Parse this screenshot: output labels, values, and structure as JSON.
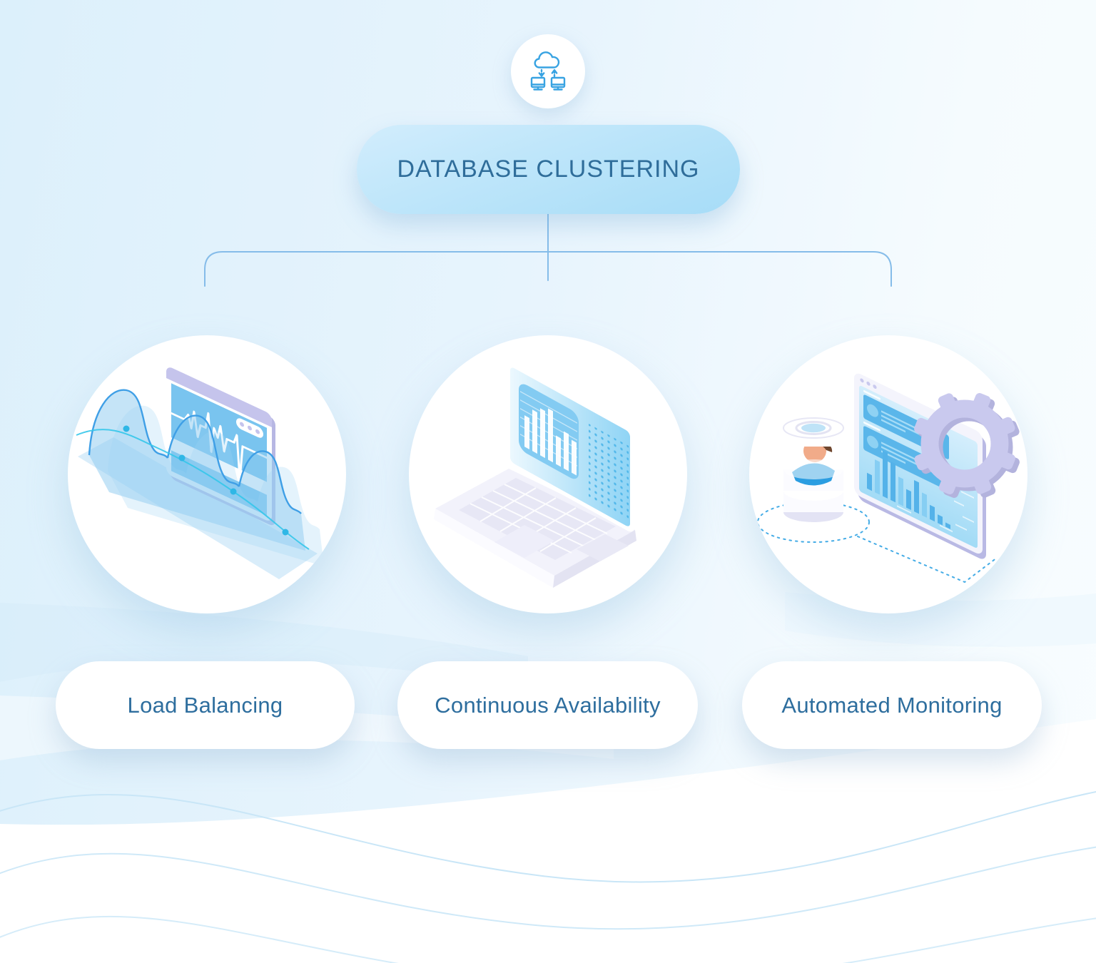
{
  "header": {
    "badge_icon": "cloud-sync-network-icon",
    "title": "DATABASE CLUSTERING"
  },
  "branches": [
    {
      "id": "load-balancing",
      "label": "Load Balancing",
      "illustration": "waveform-monitor-window"
    },
    {
      "id": "continuous-availability",
      "label": "Continuous Availability",
      "illustration": "laptop-with-bar-chart"
    },
    {
      "id": "automated-monitoring",
      "label": "Automated Monitoring",
      "illustration": "dashboard-window-gear-database-user"
    }
  ],
  "colors": {
    "background_left": "#dcf0fb",
    "background_right": "#f8fdff",
    "title_pill_top": "#d2edfd",
    "title_pill_bottom": "#a6dcf7",
    "title_text": "#2f6d9a",
    "label_text": "#2e6e9e",
    "connector_line": "#85bce9",
    "icon_stroke": "#38a3e2",
    "illustration_blue": "#79c4ef",
    "illustration_lavender": "#c5c4ec",
    "wave_line": "#c9e6f7",
    "cyan_accent": "#2fc2ea"
  }
}
